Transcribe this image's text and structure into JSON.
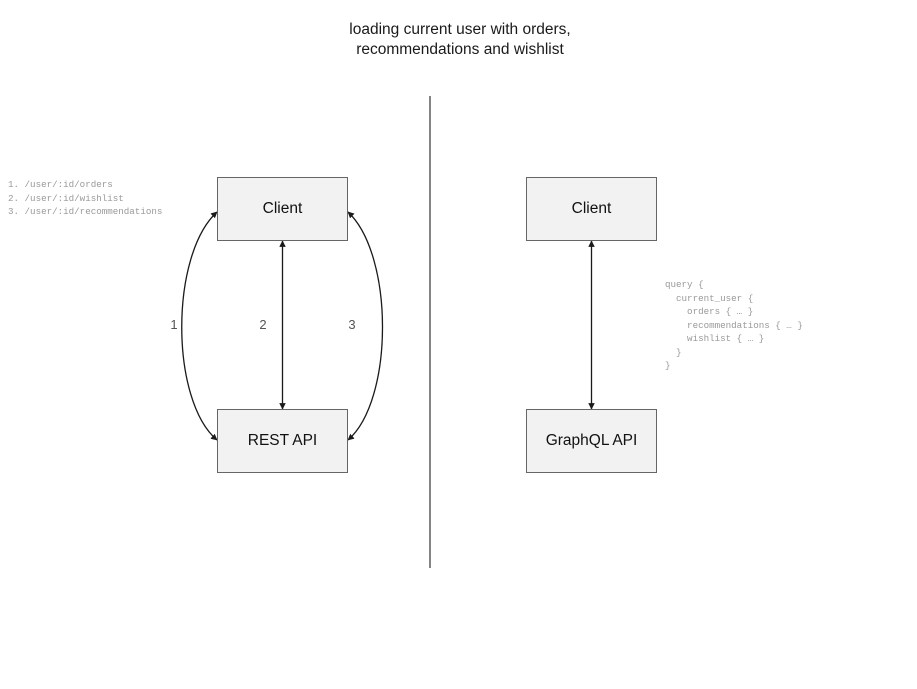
{
  "diagram": {
    "title": "loading current user with orders,\nrecommendations and wishlist",
    "divider": {
      "name": "vertical-divider",
      "color": "#666666"
    }
  },
  "left_panel": {
    "name": "rest-approach",
    "client_node": {
      "label": "Client"
    },
    "api_node": {
      "label": "REST API"
    },
    "edges": [
      {
        "id": 1,
        "label": "1",
        "shape": "curved-left",
        "direction": "bidirectional"
      },
      {
        "id": 2,
        "label": "2",
        "shape": "straight",
        "direction": "bidirectional"
      },
      {
        "id": 3,
        "label": "3",
        "shape": "curved-right",
        "direction": "bidirectional"
      }
    ],
    "endpoints_text": "1. /user/:id/orders\n2. /user/:id/wishlist\n3. /user/:id/recommendations"
  },
  "right_panel": {
    "name": "graphql-approach",
    "client_node": {
      "label": "Client"
    },
    "api_node": {
      "label": "GraphQL API"
    },
    "edges": [
      {
        "id": 1,
        "label": "",
        "shape": "straight",
        "direction": "bidirectional"
      }
    ],
    "query_text": "query {\n  current_user {\n    orders { … }\n    recommendations { … }\n    wishlist { … }\n  }\n}"
  },
  "colors": {
    "node_fill": "#f2f2f2",
    "node_stroke": "#666666",
    "edge_stroke": "#1a1a1a",
    "code_text": "#999999",
    "label_text": "#555555"
  }
}
